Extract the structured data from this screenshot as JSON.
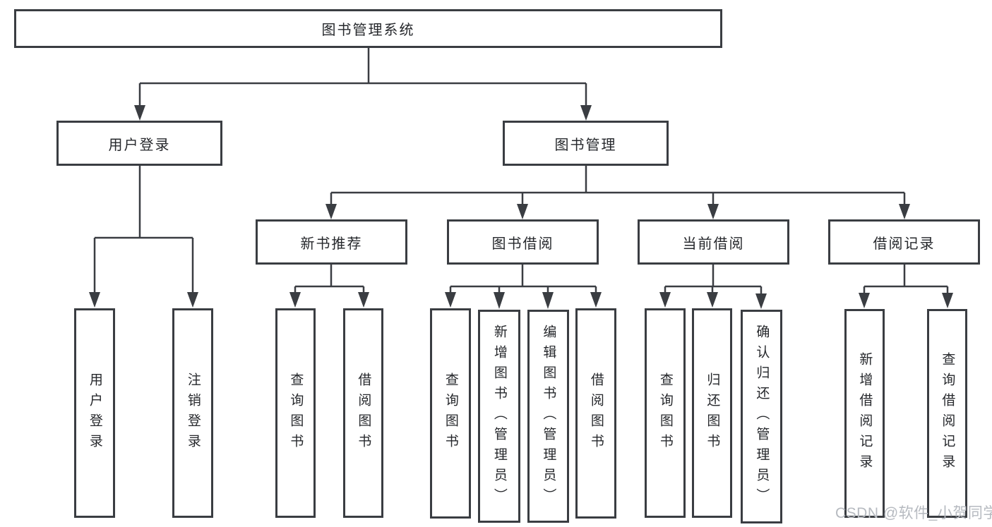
{
  "watermark": "CSDN @软件_小贺同学",
  "colors": {
    "line": "#3a3d42",
    "text": "#26282c",
    "watermark": "#b6bac0",
    "background": "#ffffff"
  },
  "tree": {
    "root": {
      "label": "图书管理系统"
    },
    "branches": [
      {
        "label": "用户登录",
        "children": [
          {
            "label": "用户登录"
          },
          {
            "label": "注销登录"
          }
        ]
      },
      {
        "label": "图书管理",
        "children": [
          {
            "label": "新书推荐",
            "children": [
              {
                "label": "查询图书"
              },
              {
                "label": "借阅图书"
              }
            ]
          },
          {
            "label": "图书借阅",
            "children": [
              {
                "label": "查询图书"
              },
              {
                "label": "新增图书（管理员）"
              },
              {
                "label": "编辑图书（管理员）"
              },
              {
                "label": "借阅图书"
              }
            ]
          },
          {
            "label": "当前借阅",
            "children": [
              {
                "label": "查询图书"
              },
              {
                "label": "归还图书"
              },
              {
                "label": "确认归还（管理员）"
              }
            ]
          },
          {
            "label": "借阅记录",
            "children": [
              {
                "label": "新增借阅记录"
              },
              {
                "label": "查询借阅记录"
              }
            ]
          }
        ]
      }
    ]
  }
}
